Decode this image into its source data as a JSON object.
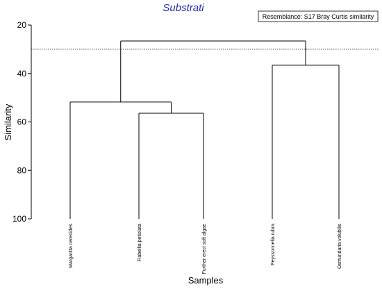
{
  "chart_data": {
    "type": "dendrogram",
    "title": "Substrati",
    "xlabel": "Samples",
    "ylabel": "Similarity",
    "legend": "Resemblance: S17 Bray Curtis similarity",
    "legend_position": "top-right",
    "ylim": [
      20,
      100
    ],
    "y_ticks": [
      20,
      40,
      60,
      80,
      100
    ],
    "y_tick_labels": [
      "20",
      "40",
      "60",
      "80",
      "100"
    ],
    "leaves": [
      "Margaritta cereoides",
      "Flabellia petiolata",
      "Further erect soft algae",
      "Peyssonnelia rubra",
      "Osmundaria volubilis"
    ],
    "merges": [
      {
        "id": "m1",
        "children": [
          1,
          2
        ],
        "similarity": 56.4
      },
      {
        "id": "m2",
        "children": [
          0,
          "m1"
        ],
        "similarity": 51.8
      },
      {
        "id": "m3",
        "children": [
          3,
          4
        ],
        "similarity": 36.6
      },
      {
        "id": "m4",
        "children": [
          "m2",
          "m3"
        ],
        "similarity": 26.6
      }
    ],
    "cut_line_similarity": 30,
    "grid": false
  }
}
